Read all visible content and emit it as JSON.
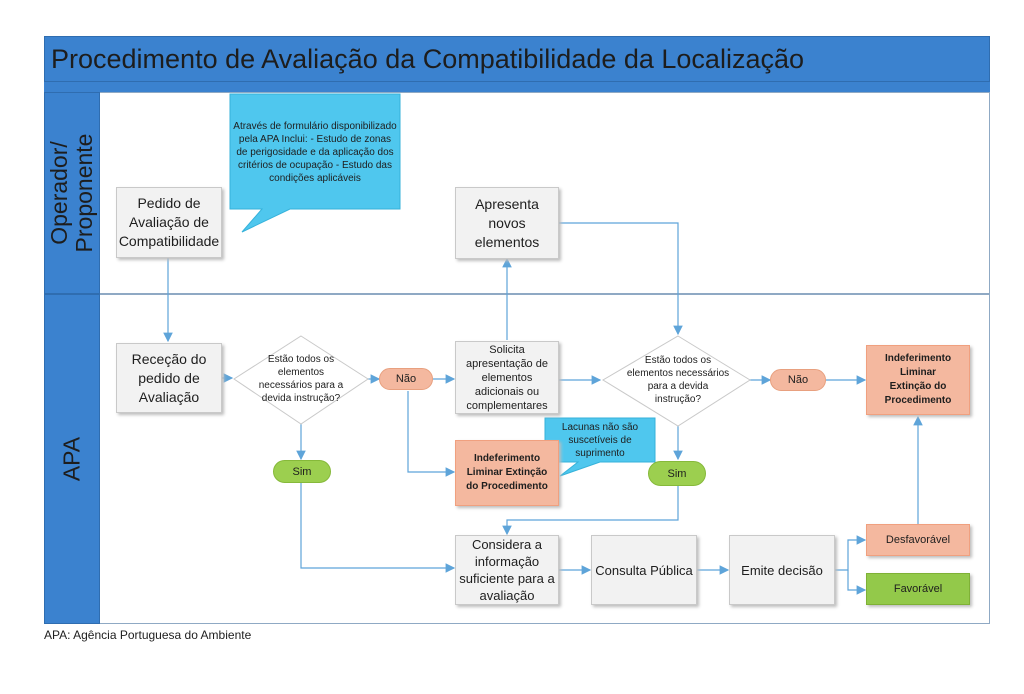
{
  "title": "Procedimento de Avaliação da Compatibilidade da Localização",
  "lanes": {
    "operator": "Operador/ Proponente",
    "apa": "APA"
  },
  "boxes": {
    "pedido": "Pedido de Avaliação de Compatibilidade",
    "apresenta": "Apresenta novos elementos",
    "rececao": "Receção do pedido de Avaliação",
    "solicita": "Solicita apresentação de elementos adicionais ou complementares",
    "indeferimento1": "Indeferimento Liminar Extinção do Procedimento",
    "indeferimento2": "Indeferimento Liminar Extinção do Procedimento",
    "considera": "Considera a informação suficiente para a avaliação",
    "consulta": "Consulta Pública",
    "emite": "Emite decisão",
    "desfavoravel": "Desfavorável",
    "favoravel": "Favorável"
  },
  "decisions": {
    "d1": "Estão todos os elementos necessários para a devida instrução?",
    "d2": "Estão todos os elementos necessários para a devida instrução?"
  },
  "labels": {
    "nao1": "Não",
    "nao2": "Não",
    "sim1": "Sim",
    "sim2": "Sim"
  },
  "callouts": {
    "formulario": "Através de formulário disponibilizado pela APA Inclui: - Estudo de zonas de perigosidade e da aplicação dos critérios de ocupação - Estudo das condições aplicáveis",
    "lacunas": "Lacunas não são suscetíveis de suprimento"
  },
  "footer": "APA: Agência Portuguesa do Ambiente",
  "colors": {
    "header_blue": "#3b82cf",
    "box_gray": "#f2f2f2",
    "salmon": "#f4b89f",
    "green": "#9ccf4f",
    "callout_cyan": "#4fc7ee",
    "arrow": "#5ea4d9"
  }
}
